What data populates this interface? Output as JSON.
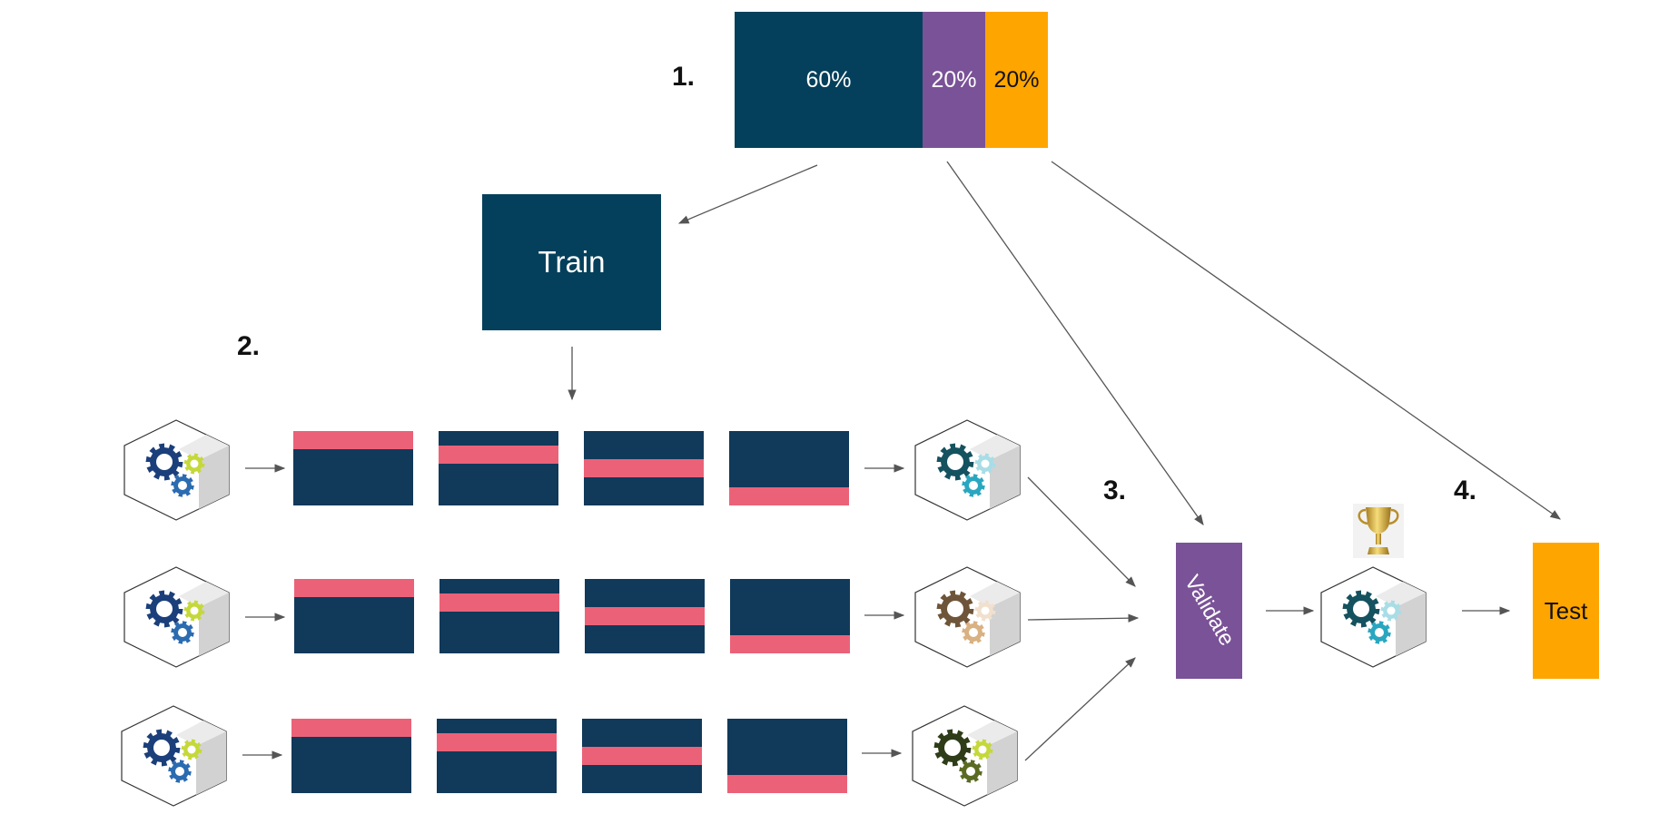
{
  "colors": {
    "train": "#04405b",
    "validate": "#7a5297",
    "test": "#ffa500",
    "holdout": "#eb6278",
    "fold_body": "#11395a",
    "arrow": "#555555"
  },
  "steps": [
    "1.",
    "2.",
    "3.",
    "4."
  ],
  "split": {
    "train": {
      "label": "60%",
      "fraction": 0.6
    },
    "validate": {
      "label": "20%",
      "fraction": 0.2
    },
    "test": {
      "label": "20%",
      "fraction": 0.2
    }
  },
  "train_box": {
    "label": "Train"
  },
  "validate_box": {
    "label": "Validate"
  },
  "test_box": {
    "label": "Test"
  },
  "cross_validation": {
    "rows": 3,
    "folds_per_row": 4,
    "holdout_fold_index": [
      3,
      2,
      1,
      0
    ]
  },
  "models": {
    "untrained": {
      "icon": "gears-icon",
      "colors": [
        "#1b3f7a",
        "#c5d83a",
        "#2b6bb0"
      ]
    },
    "trained": [
      {
        "icon": "gears-icon",
        "colors": [
          "#14525f",
          "#a8dde6",
          "#2aa7c0"
        ]
      },
      {
        "icon": "gears-icon",
        "colors": [
          "#6e5539",
          "#f1e0cd",
          "#d9b182"
        ]
      },
      {
        "icon": "gears-icon",
        "colors": [
          "#2e3d18",
          "#c5d83a",
          "#5a6a22"
        ]
      }
    ],
    "best": {
      "icon": "gears-icon",
      "colors": [
        "#14525f",
        "#a8dde6",
        "#2aa7c0"
      ]
    }
  },
  "trophy": {
    "icon": "trophy-icon"
  }
}
